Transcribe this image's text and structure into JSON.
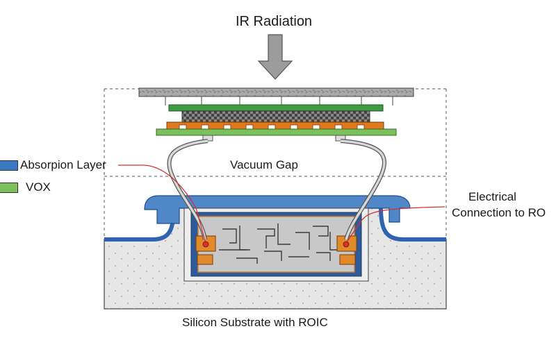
{
  "title": "IR Radiation",
  "vacuum_label": "Vacuum Gap",
  "substrate_label": "Silicon Substrate with ROIC",
  "connection_label_line1": "Electrical",
  "connection_label_line2": "Connection to RO",
  "legend": [
    {
      "label": "Absorpion Layer",
      "color": "#3a78c2"
    },
    {
      "label": "VOX",
      "color": "#7cc05c"
    }
  ],
  "colors": {
    "absorber_gray": "#9a9a9a",
    "vox_green": "#4aa34a",
    "orange": "#e0781c",
    "blue_cap": "#3a78c2",
    "substrate": "#e4e4e4",
    "pointer_red": "#d63030"
  }
}
